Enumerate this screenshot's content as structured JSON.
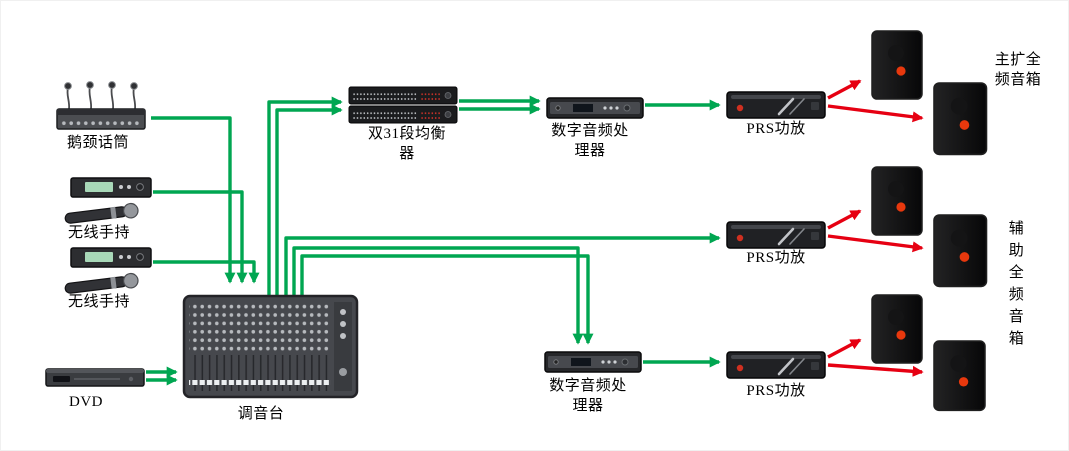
{
  "diagram": {
    "type": "audio-system-signal-flow",
    "background": "#ffffff",
    "colors": {
      "audio_signal_line": "#00a651",
      "speaker_line": "#e60012",
      "label_text": "#000000"
    },
    "nodes": {
      "gooseneck": {
        "label": "鹅颈话筒"
      },
      "wireless1": {
        "label": "无线手持"
      },
      "wireless2": {
        "label": "无线手持"
      },
      "dvd": {
        "label": "DVD"
      },
      "mixer": {
        "label": "调音台"
      },
      "eq": {
        "label": "双31段均衡器"
      },
      "dsp_top": {
        "label": "数字音频处理器"
      },
      "dsp_bottom": {
        "label": "数字音频处理器"
      },
      "amp_top": {
        "label": "PRS功放"
      },
      "amp_mid": {
        "label": "PRS功放"
      },
      "amp_bottom": {
        "label": "PRS功放"
      },
      "speakers_main": {
        "label": "主扩全频音箱"
      },
      "speakers_aux": {
        "label": "辅助全频音箱"
      }
    },
    "edges": [
      {
        "from": "gooseneck",
        "to": "mixer",
        "line": "green"
      },
      {
        "from": "wireless1",
        "to": "mixer",
        "line": "green"
      },
      {
        "from": "wireless2",
        "to": "mixer",
        "line": "green"
      },
      {
        "from": "dvd",
        "to": "mixer",
        "line": "green"
      },
      {
        "from": "mixer",
        "to": "eq",
        "line": "green"
      },
      {
        "from": "eq",
        "to": "dsp_top",
        "line": "green"
      },
      {
        "from": "dsp_top",
        "to": "amp_top",
        "line": "green"
      },
      {
        "from": "amp_top",
        "to": "speakers_main",
        "line": "red"
      },
      {
        "from": "mixer",
        "to": "amp_mid",
        "line": "green"
      },
      {
        "from": "amp_mid",
        "to": "speakers_aux",
        "line": "red"
      },
      {
        "from": "mixer",
        "to": "dsp_bottom",
        "line": "green"
      },
      {
        "from": "dsp_bottom",
        "to": "amp_bottom",
        "line": "green"
      },
      {
        "from": "amp_bottom",
        "to": "speakers_aux",
        "line": "red"
      }
    ]
  }
}
